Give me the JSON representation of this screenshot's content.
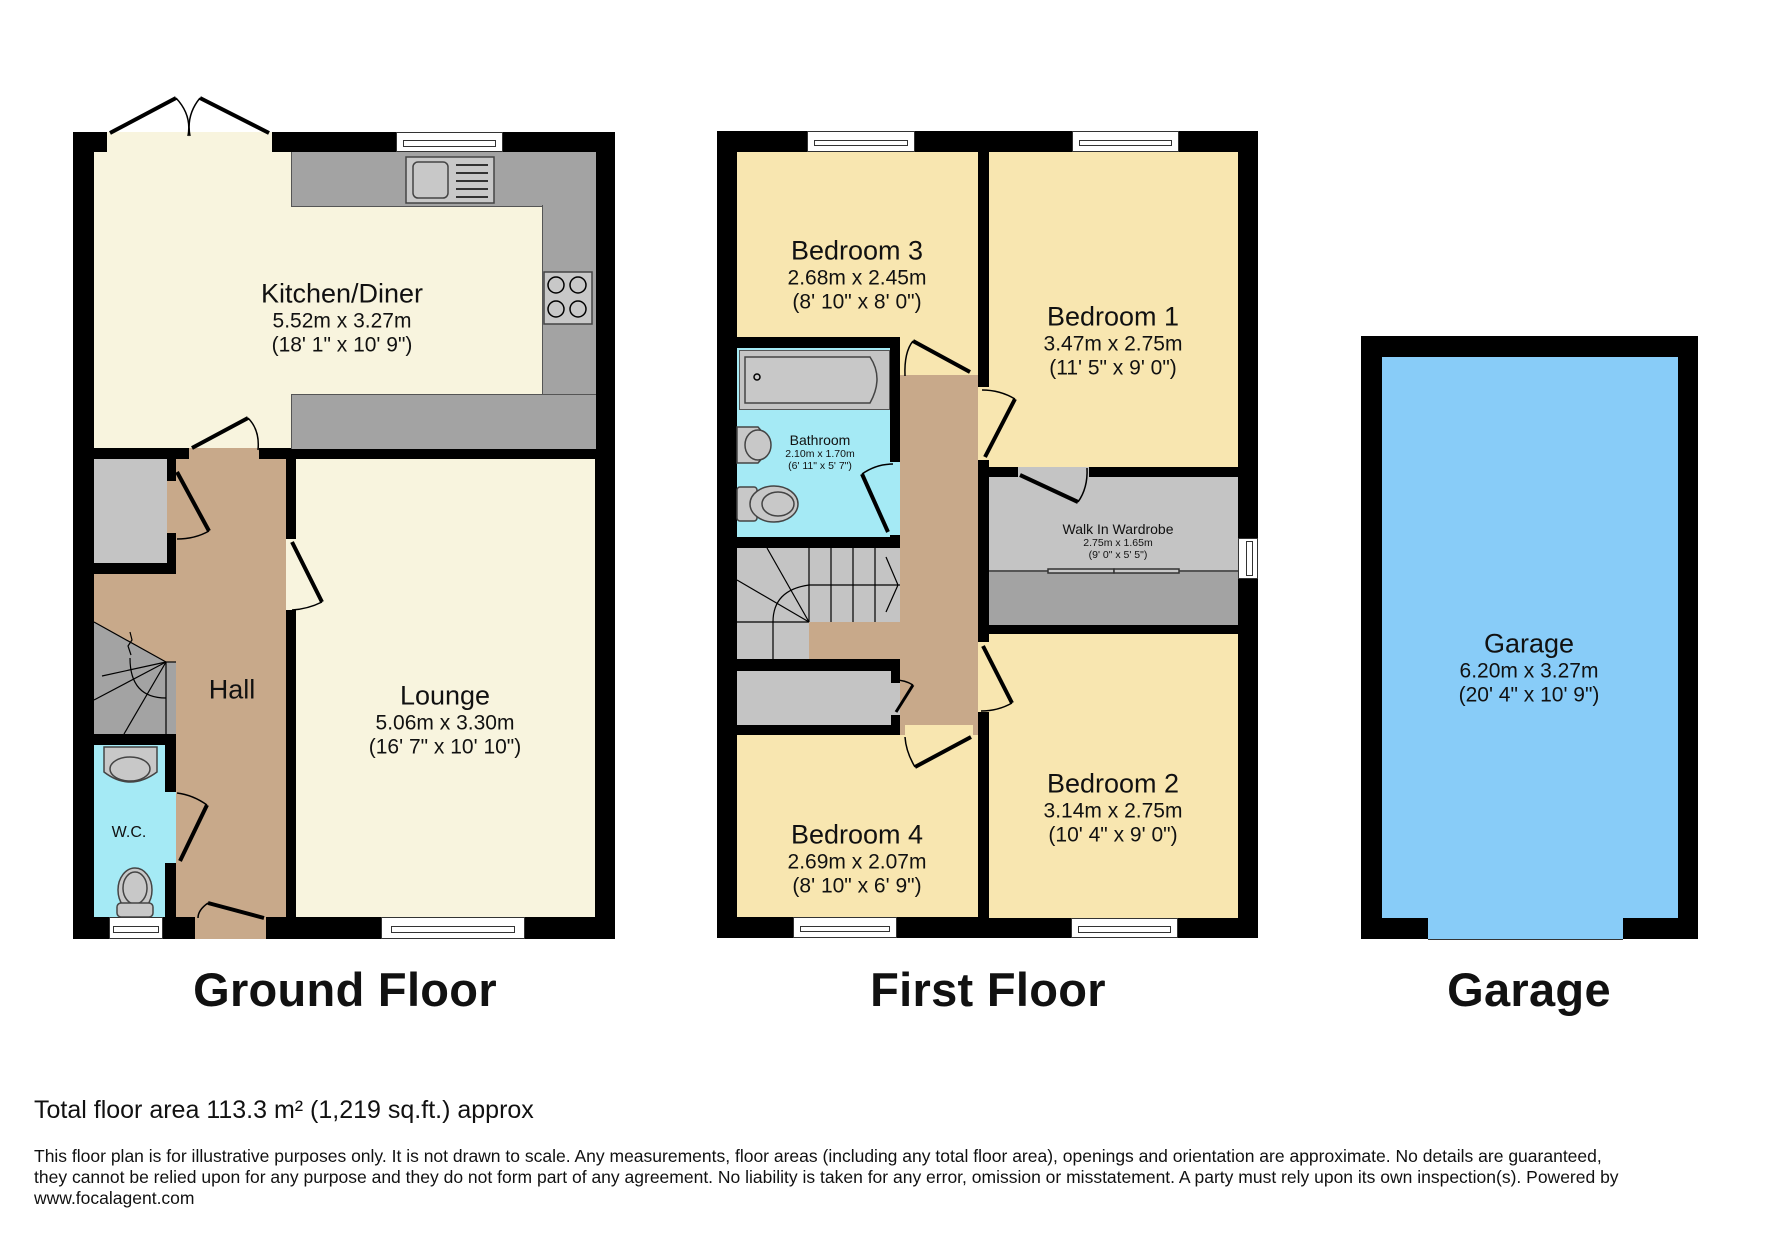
{
  "floors": {
    "ground": {
      "title": "Ground Floor",
      "rooms": {
        "kitchen": {
          "name": "Kitchen/Diner",
          "metric": "5.52m x 3.27m",
          "imperial": "(18' 1\" x 10' 9\")"
        },
        "hall": {
          "name": "Hall"
        },
        "lounge": {
          "name": "Lounge",
          "metric": "5.06m x 3.30m",
          "imperial": "(16' 7\" x 10' 10\")"
        },
        "wc": {
          "name": "W.C."
        }
      }
    },
    "first": {
      "title": "First Floor",
      "rooms": {
        "bedroom3": {
          "name": "Bedroom 3",
          "metric": "2.68m x 2.45m",
          "imperial": "(8' 10\" x 8' 0\")"
        },
        "bedroom1": {
          "name": "Bedroom 1",
          "metric": "3.47m x 2.75m",
          "imperial": "(11' 5\" x 9' 0\")"
        },
        "bathroom": {
          "name": "Bathroom",
          "metric": "2.10m x 1.70m",
          "imperial": "(6' 11\" x 5' 7\")"
        },
        "wardrobe": {
          "name": "Walk In Wardrobe",
          "metric": "2.75m x 1.65m",
          "imperial": "(9' 0\" x 5' 5\")"
        },
        "bedroom4": {
          "name": "Bedroom 4",
          "metric": "2.69m x 2.07m",
          "imperial": "(8' 10\" x 6' 9\")"
        },
        "bedroom2": {
          "name": "Bedroom 2",
          "metric": "3.14m x 2.75m",
          "imperial": "(10' 4\" x 9' 0\")"
        }
      }
    },
    "garage": {
      "title": "Garage",
      "rooms": {
        "garage": {
          "name": "Garage",
          "metric": "6.20m x 3.27m",
          "imperial": "(20' 4\" x 10' 9\")"
        }
      }
    }
  },
  "footer": {
    "total_area": "Total floor area 113.3 m² (1,219 sq.ft.) approx",
    "disclaimer_lines": [
      "This floor plan is for illustrative purposes only. It is not drawn to scale. Any measurements, floor areas (including any total floor area), openings and orientation are approximate. No details are guaranteed,",
      "they cannot be relied upon for any purpose and they do not form part of any agreement. No liability is taken for any error, omission or misstatement. A party must rely upon its own inspection(s). Powered by",
      "www.focalagent.com"
    ]
  },
  "colors": {
    "wall": "#000000",
    "kitchen_lounge": "#F8F4DE",
    "hall_landing": "#C8A98A",
    "bedrooms": "#F8E6B0",
    "wet_rooms": "#A5EAF5",
    "storage": "#C4C4C4",
    "worktop": "#A3A3A3",
    "garage": "#88CCF8"
  }
}
